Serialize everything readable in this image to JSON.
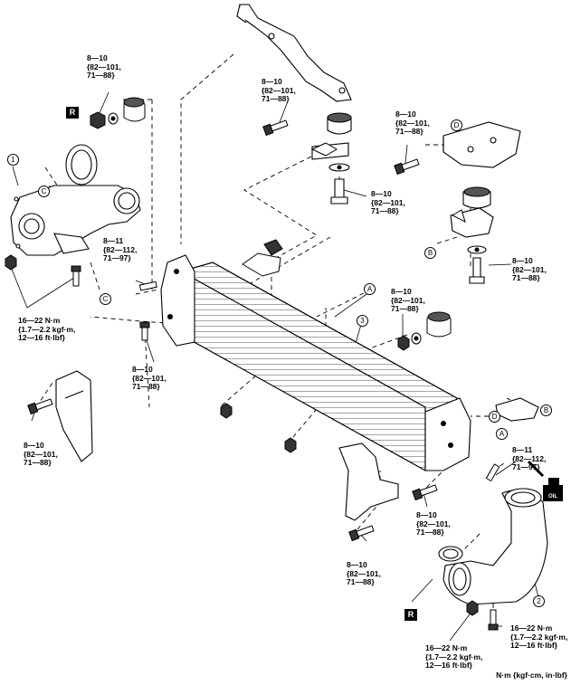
{
  "torque": {
    "t_8_10": "8—10\n{82—101,\n71—88}",
    "t_8_11": "8—11\n{82—112,\n71—97}",
    "t_16_22": "16—22 N·m\n{1.7—2.2 kgf·m,\n12—16 ft·lbf}"
  },
  "callouts": {
    "c1": "1",
    "c2": "2",
    "c3": "3",
    "A": "A",
    "B": "B",
    "C": "C",
    "D": "D"
  },
  "replace_mark": "R",
  "oil_mark": "OIL",
  "units_note": "N·m {kgf·cm, in·lbf}"
}
